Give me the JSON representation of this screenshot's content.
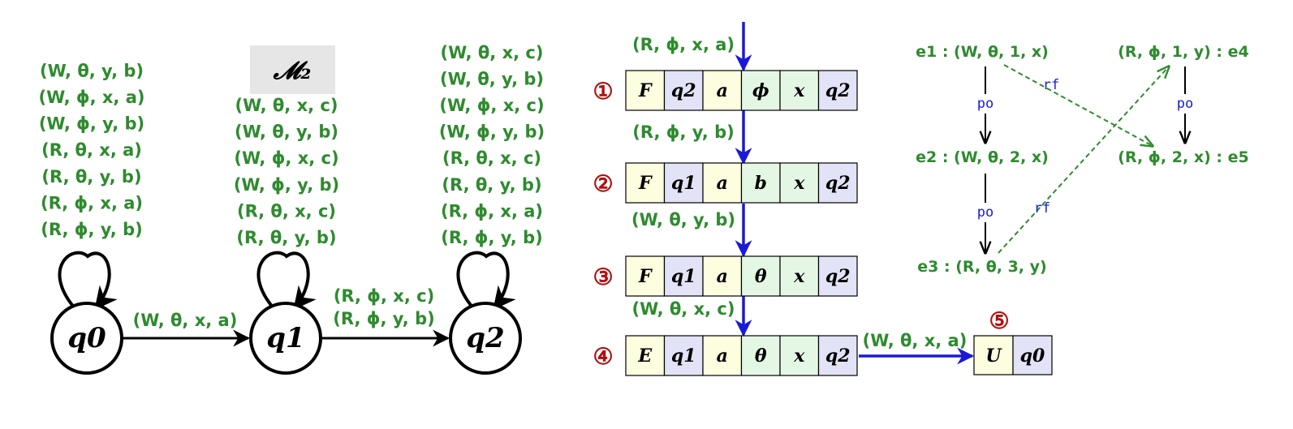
{
  "automaton": {
    "title": "𝓜₂",
    "states": [
      {
        "id": "q0",
        "label": "q0",
        "loop_labels": [
          "(W, θ, y, b)",
          "(W, ϕ, x, a)",
          "(W, ϕ, y, b)",
          "(R, θ, x, a)",
          "(R, θ, y, b)",
          "(R, ϕ, x, a)",
          "(R, ϕ, y, b)"
        ]
      },
      {
        "id": "q1",
        "label": "q1",
        "loop_labels": [
          "(W, θ, x, c)",
          "(W, θ, y, b)",
          "(W, ϕ, x, c)",
          "(W, ϕ, y, b)",
          "(R, θ, x, c)",
          "(R, θ, y, b)"
        ]
      },
      {
        "id": "q2",
        "label": "q2",
        "loop_labels": [
          "(W, θ, x, c)",
          "(W, θ, y, b)",
          "(W, ϕ, x, c)",
          "(W, ϕ, y, b)",
          "(R, θ, x, c)",
          "(R, θ, y, b)",
          "(R, ϕ, x, a)",
          "(R, ϕ, y, b)"
        ]
      }
    ],
    "transitions": [
      {
        "from": "q0",
        "to": "q1",
        "labels": [
          "(W, θ, x, a)"
        ]
      },
      {
        "from": "q1",
        "to": "q2",
        "labels": [
          "(R, ϕ, x, c)",
          "(R, ϕ, y, b)"
        ]
      }
    ]
  },
  "trace": {
    "steps": [
      {
        "marker": "①",
        "incoming": "(R, ϕ, x, a)",
        "cells": [
          "F",
          "q2",
          "a",
          "ϕ",
          "x",
          "q2"
        ]
      },
      {
        "marker": "②",
        "incoming": "(R, ϕ, y, b)",
        "cells": [
          "F",
          "q1",
          "a",
          "b",
          "x",
          "q2"
        ]
      },
      {
        "marker": "③",
        "incoming": "(W, θ, y, b)",
        "cells": [
          "F",
          "q1",
          "a",
          "θ",
          "x",
          "q2"
        ]
      },
      {
        "marker": "④",
        "incoming": "(W, θ, x, c)",
        "cells": [
          "E",
          "q1",
          "a",
          "θ",
          "x",
          "q2"
        ]
      }
    ],
    "final": {
      "marker": "⑤",
      "incoming": "(W, θ, x, a)",
      "cells": [
        "U",
        "q0"
      ]
    }
  },
  "events": {
    "nodes": [
      {
        "id": "e1",
        "text": "e1 : (W, θ, 1, x)"
      },
      {
        "id": "e2",
        "text": "e2 : (W, θ, 2, x)"
      },
      {
        "id": "e3",
        "text": "e3 : (R, θ, 3, y)"
      },
      {
        "id": "e4",
        "text": "(R, ϕ, 1, y) : e4"
      },
      {
        "id": "e5",
        "text": "(R, ϕ, 2, x) : e5"
      }
    ],
    "edges": [
      {
        "from": "e1",
        "to": "e2",
        "label": "po",
        "kind": "po"
      },
      {
        "from": "e2",
        "to": "e3",
        "label": "po",
        "kind": "po"
      },
      {
        "from": "e4",
        "to": "e5",
        "label": "po",
        "kind": "po"
      },
      {
        "from": "e1",
        "to": "e5",
        "label": "rf",
        "kind": "rf"
      },
      {
        "from": "e3",
        "to": "e4",
        "label": "rf",
        "kind": "rf"
      }
    ]
  },
  "colors": {
    "label_green": "#2e8b2e",
    "marker_red": "#b01010",
    "arrow_blue": "#1a1ad6",
    "cell_yellow": "#fdfde0",
    "cell_blue": "#e3e3f7",
    "cell_green": "#e4f7e4",
    "title_bg": "#e6e6e6"
  }
}
